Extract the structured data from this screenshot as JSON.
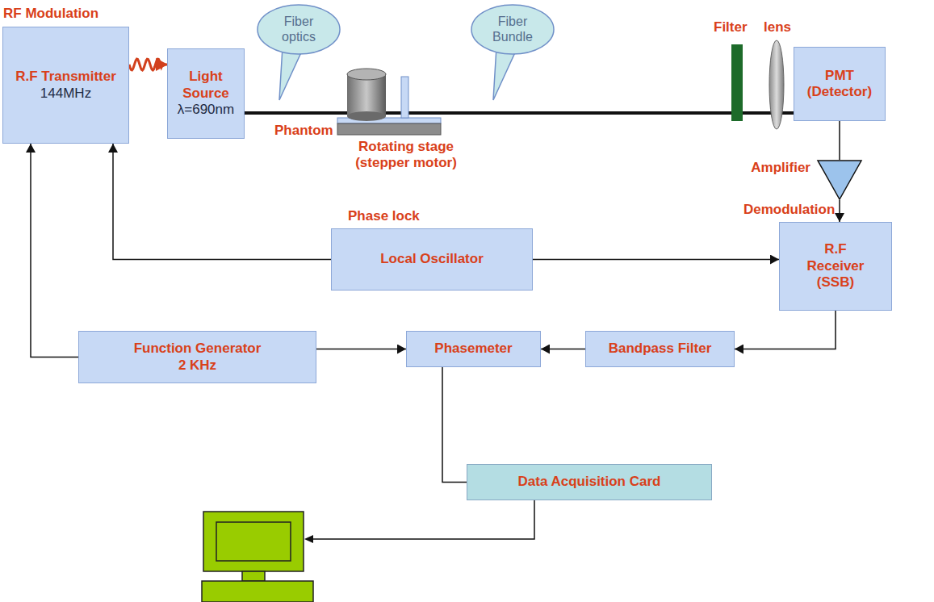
{
  "diagram": {
    "nodes": [
      {
        "text": [
          "RF Modulation",
          "R.F Transmitter",
          "144MHz"
        ]
      },
      {
        "text": [
          "Light Source",
          "λ=690nm"
        ]
      },
      {
        "text": [
          "Fiber optics"
        ]
      },
      {
        "text": [
          "Fiber Bundle"
        ]
      },
      {
        "text": [
          "PMT (Detector)"
        ]
      },
      {
        "text": [
          "Amplifier"
        ]
      },
      {
        "text": [
          "Phase lock",
          "Local Oscillator"
        ]
      },
      {
        "text": [
          "Demodulation",
          "R.F Receiver (SSB)"
        ]
      },
      {
        "text": [
          "Function Generator 2 KHz"
        ]
      },
      {
        "text": [
          "Phasemeter"
        ]
      },
      {
        "text": [
          "Bandpass Filter"
        ]
      },
      {
        "text": [
          "Data Acquisition Card"
        ]
      }
    ],
    "edges": [
      {
        "from": 8,
        "to": 0,
        "arrow": "to"
      },
      {
        "from": 6,
        "to": 0,
        "arrow": "to"
      },
      {
        "from": 6,
        "to": 7,
        "arrow": "to"
      },
      {
        "from": 8,
        "to": 9,
        "arrow": "to"
      },
      {
        "from": 10,
        "to": 9,
        "arrow": "to"
      },
      {
        "from": 7,
        "to": 10,
        "arrow": "to"
      },
      {
        "from": 9,
        "to": 11,
        "arrow": "none"
      },
      {
        "from": 0,
        "to": 1,
        "arrow": "to"
      },
      {
        "from": 4,
        "to": 5,
        "arrow": "none"
      },
      {
        "from": 5,
        "to": 7,
        "arrow": "to"
      }
    ],
    "labels": [
      "Phantom",
      "Rotating stage (stepper motor)",
      "Filter",
      "lens"
    ]
  }
}
